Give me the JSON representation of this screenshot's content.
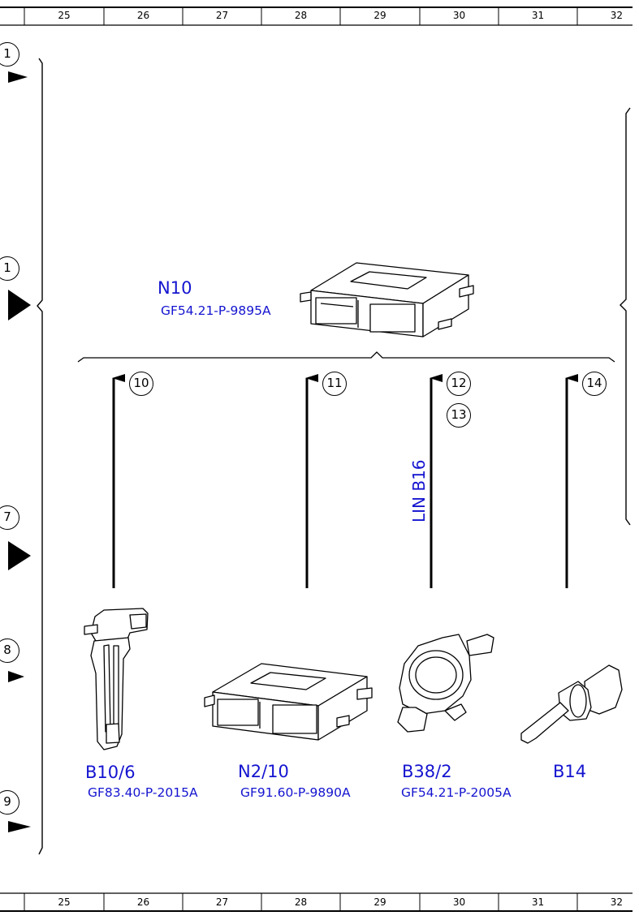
{
  "ruler": {
    "columns": [
      "25",
      "26",
      "27",
      "28",
      "29",
      "30",
      "31",
      "32"
    ]
  },
  "side_markers": [
    "1",
    "1",
    "7",
    "8",
    "9"
  ],
  "target": {
    "label": "N10",
    "ref": "GF54.21-P-9895A"
  },
  "connectors": [
    "10",
    "11",
    "12",
    "13",
    "14"
  ],
  "bus_label": "LIN B16",
  "components": [
    {
      "label": "B10/6",
      "ref": "GF83.40-P-2015A"
    },
    {
      "label": "N2/10",
      "ref": "GF91.60-P-9890A"
    },
    {
      "label": "B38/2",
      "ref": "GF54.21-P-2005A"
    },
    {
      "label": "B14",
      "ref": ""
    }
  ]
}
